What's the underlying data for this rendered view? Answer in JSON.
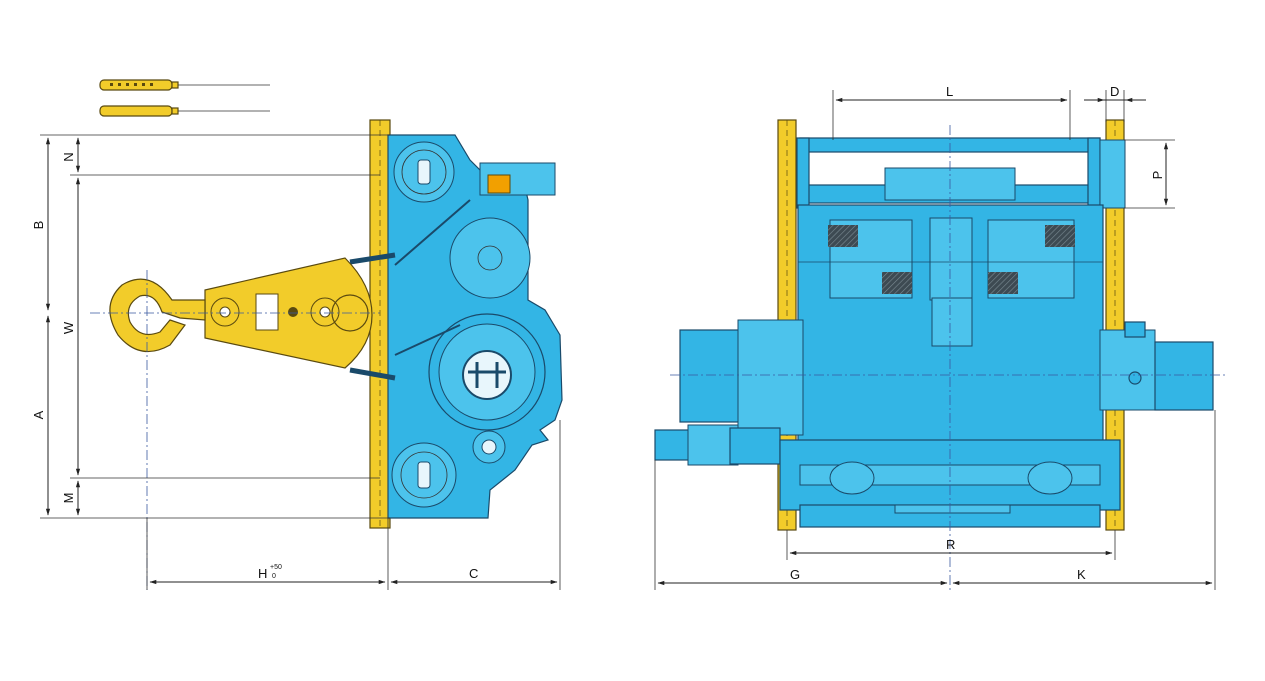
{
  "labels": {
    "L": "L",
    "D": "D",
    "N": "N",
    "B": "B",
    "W": "W",
    "A": "A",
    "M": "M",
    "P": "P",
    "H": "H",
    "H_tol_upper": "+50",
    "H_tol_lower": "0",
    "C": "C",
    "R": "R",
    "G": "G",
    "K": "K"
  },
  "colors": {
    "body": "#33b5e5",
    "hook": "#f2cc2a",
    "rail": "#f2cc2a",
    "lines": "#222222"
  }
}
